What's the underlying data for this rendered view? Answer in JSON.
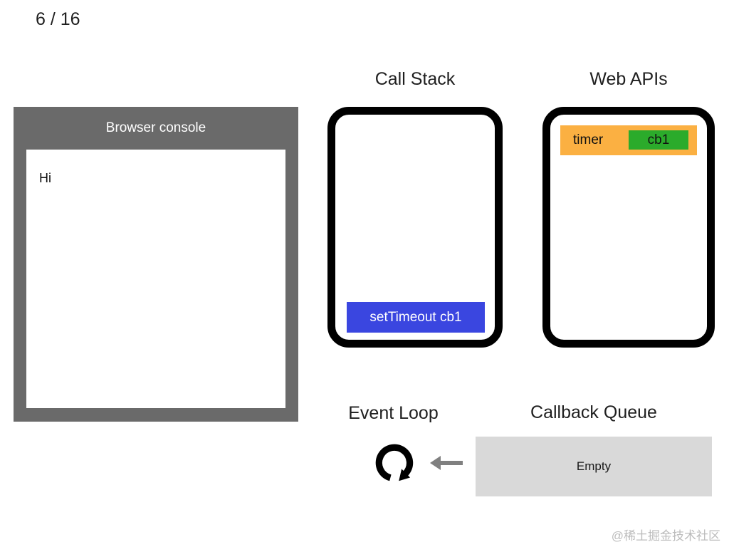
{
  "page": {
    "slide_counter": "6 / 16",
    "watermark": "@稀土掘金技术社区"
  },
  "browser_console": {
    "title": "Browser console",
    "output_lines": [
      "Hi"
    ]
  },
  "call_stack": {
    "title": "Call Stack",
    "frames": [
      {
        "label": "setTimeout cb1",
        "color": "#3a46e0"
      }
    ]
  },
  "web_apis": {
    "title": "Web APIs",
    "items": [
      {
        "label": "timer",
        "color": "#fbb042",
        "callback": {
          "label": "cb1",
          "color": "#2bab2b"
        }
      }
    ]
  },
  "event_loop": {
    "title": "Event Loop",
    "spinner_icon": "clockwise-circular-arrow",
    "arrow_icon": "left-arrow"
  },
  "callback_queue": {
    "title": "Callback Queue",
    "status": "Empty"
  },
  "colors": {
    "console_frame": "#6a6a6a",
    "stack_frame_blue": "#3a46e0",
    "webapi_orange": "#fbb042",
    "callback_green": "#2bab2b",
    "queue_empty_bg": "#d9d9d9",
    "arrow_gray": "#808080",
    "watermark_gray": "#bcbcbc"
  }
}
